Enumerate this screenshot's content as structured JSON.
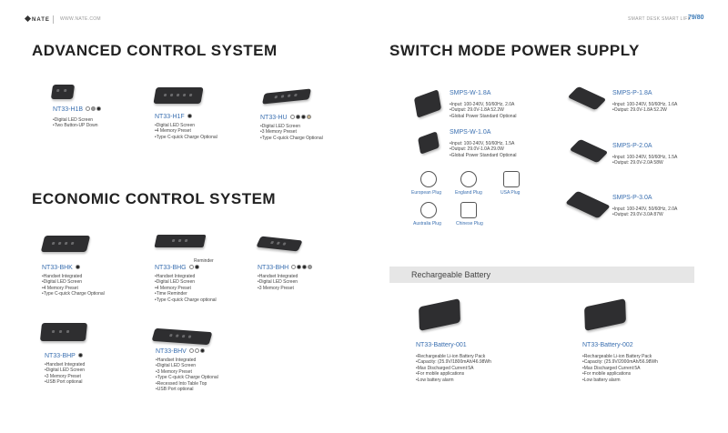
{
  "header": {
    "brand": "NATE",
    "url": "WWW.NATE.COM",
    "tagline": "SMART DESK SMART LIFE",
    "pages": "79/80"
  },
  "advanced": {
    "title": "ADVANCED CONTROL SYSTEM",
    "items": [
      {
        "model": "NT33-H1B",
        "specs": [
          "Digital LED Screen",
          "Two Button-UP Down"
        ],
        "swatches": [
          "#ffffff",
          "#9a9a9a",
          "#222222"
        ]
      },
      {
        "model": "NT33-H1F",
        "specs": [
          "Digital LED Screen",
          "4 Memory Preset",
          "Type C-quick Charge Optional"
        ],
        "swatches": [
          "#222222"
        ]
      },
      {
        "model": "NT33-HU",
        "specs": [
          "Digital LED Screen",
          "3 Memory Preset",
          "Type C-quick Charge Optional"
        ],
        "swatches": [
          "#ffffff",
          "#333333",
          "#222222",
          "#c8b48c"
        ]
      }
    ]
  },
  "economic": {
    "title": "ECONOMIC CONTROL SYSTEM",
    "reminder": "Reminder",
    "items": [
      {
        "model": "NT33-BHK",
        "specs": [
          "Handset Integrated",
          "Digital LED Screen",
          "4 Memory Preset",
          "Type C-quick Charge Optional"
        ],
        "swatches": [
          "#222222"
        ]
      },
      {
        "model": "NT33-BHG",
        "specs": [
          "Handset Integrated",
          "Digital LED Screen",
          "4 Memory Preset",
          "Time Reminder",
          "Type C-quick Charge  optional"
        ],
        "swatches": [
          "#ffffff",
          "#222222"
        ]
      },
      {
        "model": "NT33-BHH",
        "specs": [
          "Handset Integrated",
          "Digital LED Screen",
          "3 Memory Preset"
        ],
        "swatches": [
          "#ffffff",
          "#222222",
          "#222222",
          "#9a9a9a"
        ]
      },
      {
        "model": "NT33-BHP",
        "specs": [
          "Handset Integrated",
          "Digital LED Screen",
          "3 Memory Preset",
          "USB Port  optional"
        ],
        "swatches": [
          "#222222"
        ]
      },
      {
        "model": "NT33-BHV",
        "specs": [
          "Handset Integrated",
          "Digital LED Screen",
          "3 Memory Preset",
          "Type C-quick Charge Optional",
          "Recessed Into Table Top",
          "USB Port  optional"
        ],
        "swatches": [
          "#ffffff",
          "#ffffff",
          "#222222"
        ]
      }
    ]
  },
  "power": {
    "title": "SWITCH MODE POWER SUPPLY",
    "items": [
      {
        "model": "SMPS-W-1.8A",
        "specs": [
          "Input:  100-240V,  50/60Hz,  2.0A",
          "Output:  29.0V-1.8A 52.2W",
          "Global Power Standard Optional"
        ]
      },
      {
        "model": "SMPS-W-1.0A",
        "specs": [
          "Input:  100-240V,  50/60Hz,  1.5A",
          "Output:  29.0V-1.0A 29.0W",
          "Global Power Standard Optional"
        ]
      },
      {
        "model": "SMPS-P-1.8A",
        "specs": [
          "Input:  100-240V,  50/60Hz,  1.6A",
          "Output:  29.0V-1.8A 52.2W"
        ]
      },
      {
        "model": "SMPS-P-2.0A",
        "specs": [
          "Input:  100-240V,  50/60Hz,  1.5A",
          "Output:  29.0V-2.0A 58W"
        ]
      },
      {
        "model": "SMPS-P-3.0A",
        "specs": [
          "Input:  100-240V,  50/60Hz,  2.0A",
          "Output:  29.0V-3.0A 87W"
        ]
      }
    ],
    "plugs": [
      "European Plug",
      "England Plug",
      "USA Plug",
      "Australia Plug",
      "Chinese Plug"
    ]
  },
  "battery": {
    "title": "Rechargeable Battery",
    "items": [
      {
        "model": "NT33-Battery-001",
        "specs": [
          "Rechargeable Li-ion Battery Pack",
          "Capacity:  (25.9V/1800mAh/46.98Wh",
          "Max Discharged Current:5A",
          "For mobile applications",
          "Low battery alarm"
        ]
      },
      {
        "model": "NT33-Battery-002",
        "specs": [
          "Rechargeable Li-ion Battery Pack",
          "Capacity:  (25.9V/2000mAh/56.98Wh",
          "Max Discharged Current:5A",
          "For mobile applications",
          "Low battery alarm"
        ]
      }
    ]
  }
}
